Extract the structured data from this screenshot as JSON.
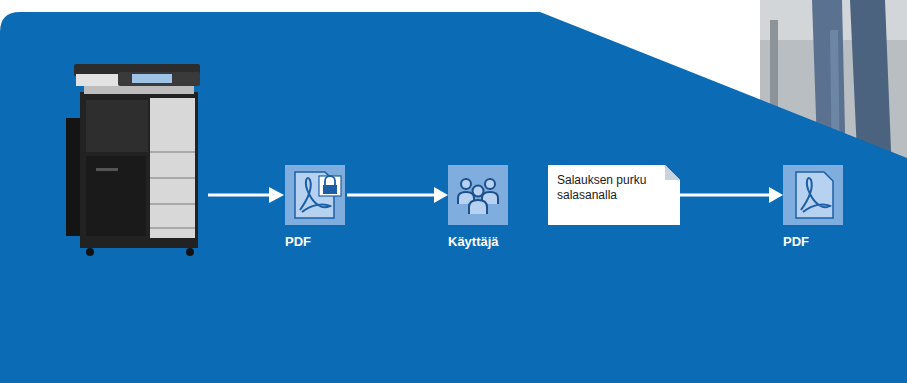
{
  "diagram": {
    "nodes": [
      {
        "text": [
          "PDF"
        ]
      },
      {
        "text": [
          "Käyttäjä"
        ]
      },
      {
        "text": [
          "Salauksen purku salasanalla"
        ]
      },
      {
        "text": [
          "PDF"
        ]
      }
    ],
    "edges": [
      {
        "from": 0,
        "to": 1,
        "arrow": "to"
      },
      {
        "from": 2,
        "to": 3,
        "arrow": "to"
      }
    ]
  }
}
